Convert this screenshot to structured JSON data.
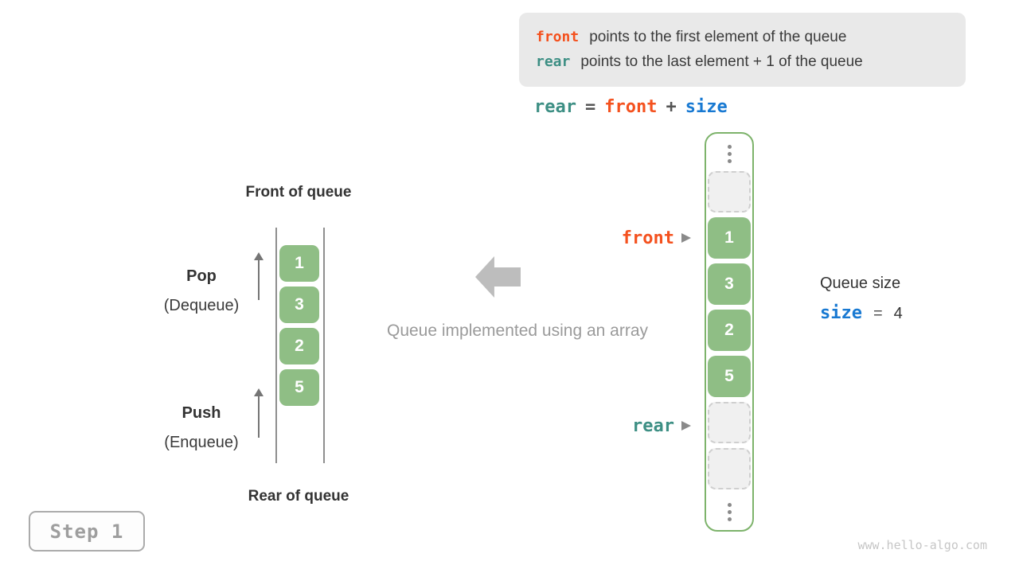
{
  "legend": {
    "line1": {
      "keyword": "front",
      "text": "points to the first element of the queue"
    },
    "line2": {
      "keyword": "rear",
      "text": "points to the last element + 1 of the queue"
    }
  },
  "formula": {
    "rear": "rear",
    "eq": "=",
    "front": "front",
    "plus": "+",
    "size": "size"
  },
  "left_queue": {
    "front_heading": "Front of queue",
    "rear_heading": "Rear of queue",
    "pop": {
      "title": "Pop",
      "subtitle": "(Dequeue)"
    },
    "push": {
      "title": "Push",
      "subtitle": "(Enqueue)"
    },
    "values": [
      "1",
      "3",
      "2",
      "5"
    ]
  },
  "center": {
    "caption": "Queue implemented using an array"
  },
  "array": {
    "values": [
      "1",
      "3",
      "2",
      "5"
    ],
    "empty_cells": 3,
    "pointers": {
      "front": "front",
      "rear": "rear"
    }
  },
  "queue_size": {
    "label": "Queue size",
    "variable": "size",
    "eq": "=",
    "value": "4"
  },
  "step_badge": "Step 1",
  "watermark": "www.hello-algo.com",
  "colors": {
    "front_accent": "#f4511e",
    "rear_accent": "#3d8f84",
    "size_accent": "#1879d2",
    "cell_green": "#8fbe85",
    "frame_green": "#7db36b",
    "legend_bg": "#e9e9e9"
  }
}
